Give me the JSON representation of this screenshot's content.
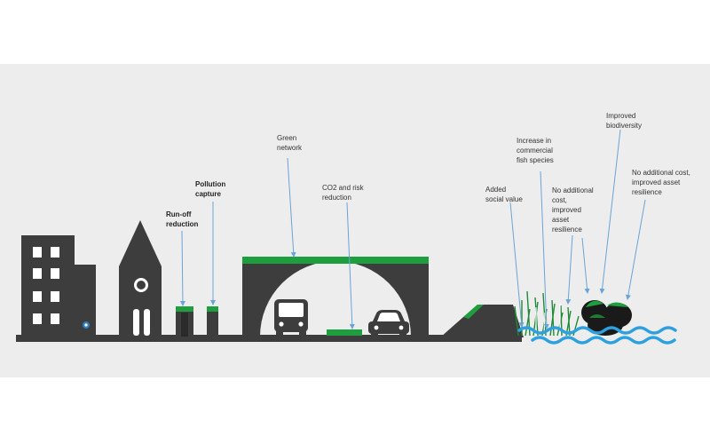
{
  "labels": {
    "green_network": "Green\nnetwork",
    "pollution_capture": "Pollution\ncapture",
    "runoff_reduction": "Run-off\nreduction",
    "co2_risk": "CO2 and risk\nreduction",
    "social_value": "Added\nsocial value",
    "fish_species": "Increase in\ncommercial\nfish species",
    "no_cost_1": "No additional\ncost,\nimproved\nasset\nresilience",
    "biodiversity": "Improved\nbiodiversity",
    "no_cost_2": "No additional cost,\nimproved asset\nresilience"
  },
  "colors": {
    "building": "#3d3d3d",
    "green": "#1e9e3e",
    "arrow": "#6aa3d6",
    "water": "#2ea0e0",
    "background": "#ededed"
  }
}
